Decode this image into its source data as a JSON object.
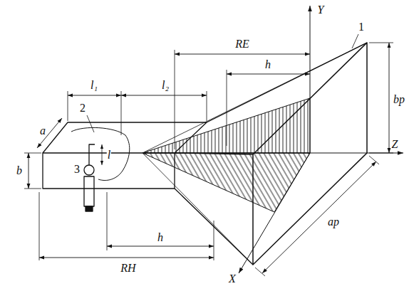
{
  "diagram": {
    "labels": [
      "a",
      "b",
      "2",
      "3",
      "l",
      "l₁",
      "l₂",
      "RE",
      "h",
      "Y",
      "1",
      "Z",
      "bp",
      "ap",
      "h",
      "RH",
      "X"
    ]
  }
}
